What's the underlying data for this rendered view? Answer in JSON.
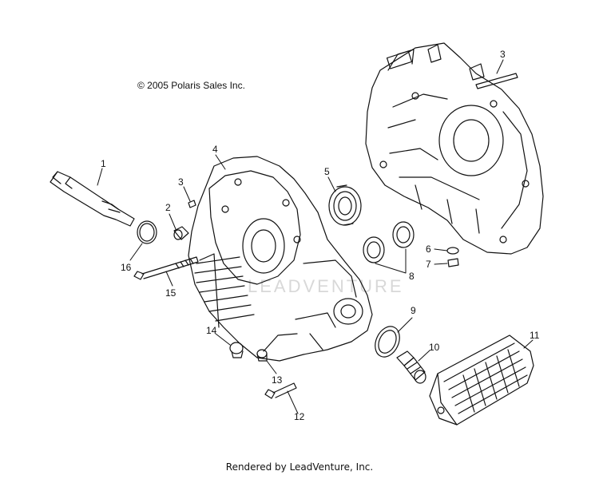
{
  "diagram": {
    "copyright": "© 2005 Polaris Sales Inc.",
    "footer": "Rendered by LeadVenture, Inc.",
    "watermark": "LEADVENTURE",
    "callouts": {
      "c1": "1",
      "c2": "2",
      "c3a": "3",
      "c3b": "3",
      "c4": "4",
      "c5": "5",
      "c6": "6",
      "c7": "7",
      "c8": "8",
      "c9": "9",
      "c10": "10",
      "c11": "11",
      "c12": "12",
      "c13": "13",
      "c14": "14",
      "c15": "15",
      "c16": "16"
    }
  }
}
